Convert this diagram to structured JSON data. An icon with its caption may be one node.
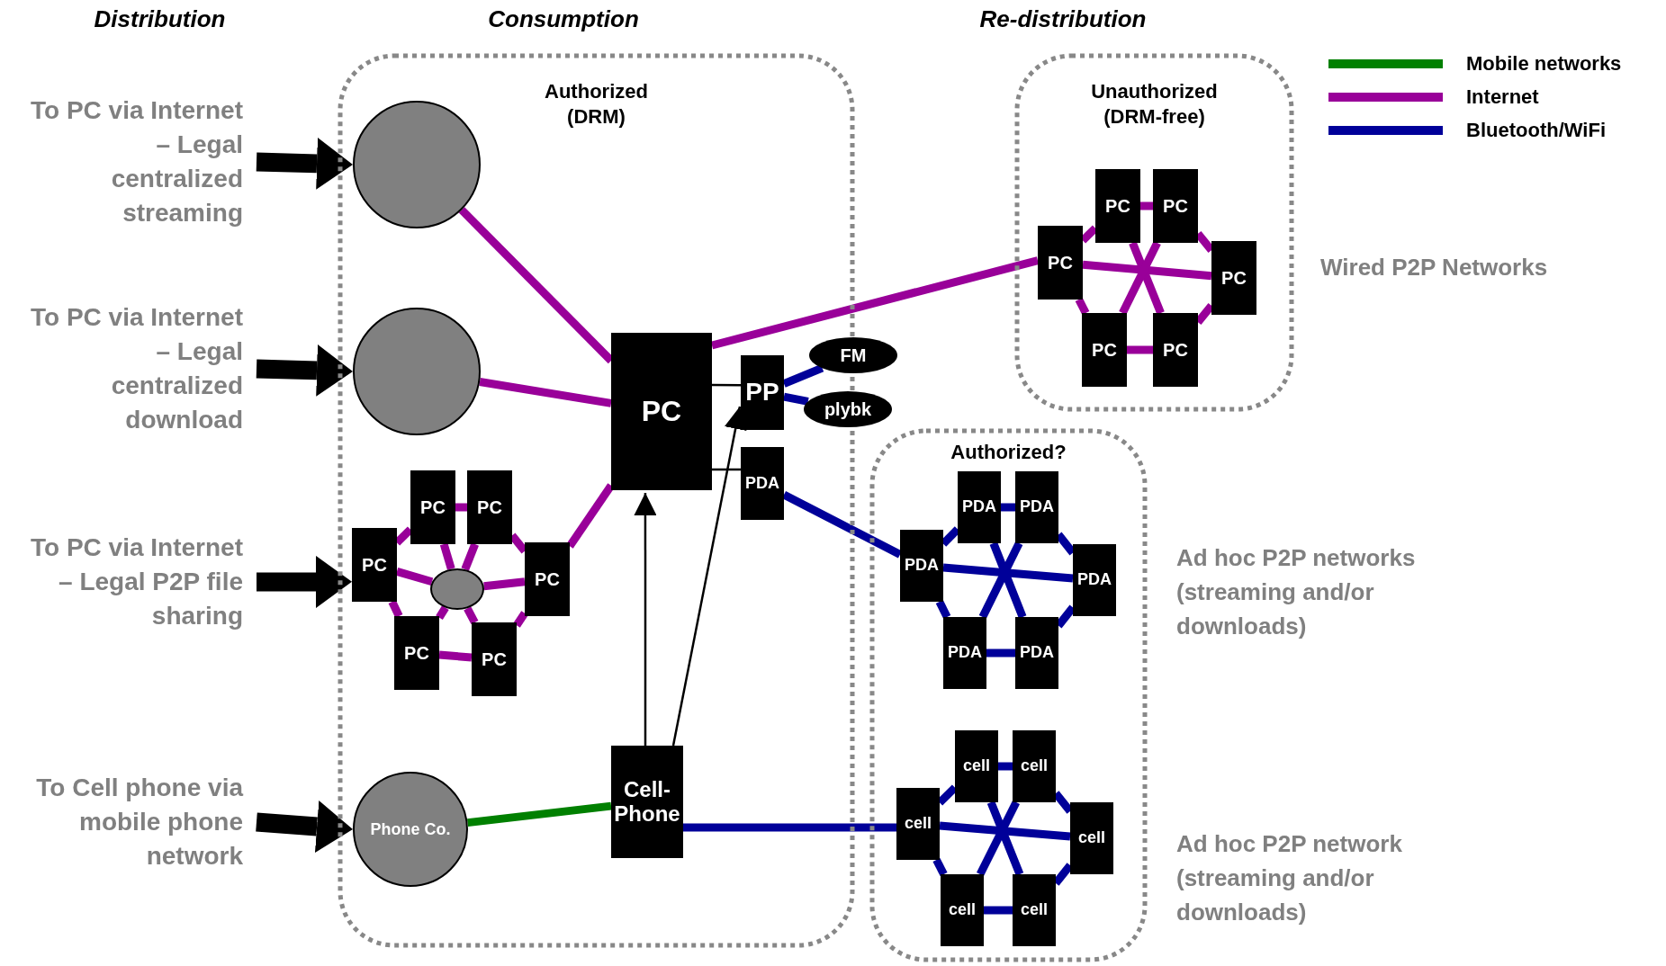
{
  "diagram": {
    "nodes": [
      {
        "text": [
          "To PC via Internet – Legal centralized streaming"
        ]
      },
      {
        "text": [
          "To PC via Internet – Legal centralized download"
        ]
      },
      {
        "text": [
          "To PC via Internet – Legal P2P file sharing"
        ]
      },
      {
        "text": [
          "To Cell phone via mobile phone network"
        ]
      },
      {
        "text": [
          "Authorized (DRM)"
        ]
      },
      {
        "text": [],
        "shape": "circle",
        "in": 4
      },
      {
        "text": [],
        "shape": "circle",
        "in": 4
      },
      {
        "text": [
          "PC"
        ],
        "in": 4
      },
      {
        "text": [
          "PC"
        ],
        "in": 4
      },
      {
        "text": [
          "PC"
        ],
        "in": 4
      },
      {
        "text": [
          "PC"
        ],
        "in": 4
      },
      {
        "text": [
          "PC"
        ],
        "in": 4
      },
      {
        "text": [
          "PC"
        ],
        "in": 4
      },
      {
        "text": [],
        "shape": "circle",
        "in": 4
      },
      {
        "text": [
          "PC"
        ],
        "in": 4
      },
      {
        "text": [
          "PP"
        ],
        "in": 4
      },
      {
        "text": [
          "PDA"
        ],
        "in": 4
      },
      {
        "text": [
          "Cell-Phone"
        ],
        "in": 4
      },
      {
        "text": [
          "Phone Co."
        ],
        "in": 4
      },
      {
        "text": [
          "FM"
        ]
      },
      {
        "text": [
          "plybk"
        ]
      },
      {
        "text": [
          "Unauthorized (DRM-free)"
        ]
      },
      {
        "text": [
          "PC"
        ],
        "in": 21
      },
      {
        "text": [
          "PC"
        ],
        "in": 21
      },
      {
        "text": [
          "PC"
        ],
        "in": 21
      },
      {
        "text": [
          "PC"
        ],
        "in": 21
      },
      {
        "text": [
          "PC"
        ],
        "in": 21
      },
      {
        "text": [
          "PC"
        ],
        "in": 21
      },
      {
        "text": [
          "Authorized?"
        ]
      },
      {
        "text": [
          "PDA"
        ],
        "in": 28
      },
      {
        "text": [
          "PDA"
        ],
        "in": 28
      },
      {
        "text": [
          "PDA"
        ],
        "in": 28
      },
      {
        "text": [
          "PDA"
        ],
        "in": 28
      },
      {
        "text": [
          "PDA"
        ],
        "in": 28
      },
      {
        "text": [
          "PDA"
        ],
        "in": 28
      },
      {
        "text": [
          "cell"
        ],
        "in": 28
      },
      {
        "text": [
          "cell"
        ],
        "in": 28
      },
      {
        "text": [
          "cell"
        ],
        "in": 28
      },
      {
        "text": [
          "cell"
        ],
        "in": 28
      },
      {
        "text": [
          "cell"
        ],
        "in": 28
      },
      {
        "text": [
          "cell"
        ],
        "in": 28
      }
    ],
    "edges": [
      {
        "from": 0,
        "to": 5,
        "arrow": "to",
        "style": "thick",
        "color": "#000000"
      },
      {
        "from": 1,
        "to": 6,
        "arrow": "to",
        "style": "thick",
        "color": "#000000"
      },
      {
        "from": 2,
        "to": 9,
        "arrow": "to",
        "style": "thick",
        "color": "#000000"
      },
      {
        "from": 3,
        "to": 18,
        "arrow": "to",
        "style": "thick",
        "color": "#000000"
      },
      {
        "from": 5,
        "to": 14,
        "arrow": "none",
        "color": "#990099"
      },
      {
        "from": 6,
        "to": 14,
        "arrow": "none",
        "color": "#990099"
      },
      {
        "from": 10,
        "to": 14,
        "arrow": "none",
        "color": "#990099"
      },
      {
        "from": 9,
        "to": 7,
        "arrow": "none",
        "color": "#990099"
      },
      {
        "from": 7,
        "to": 8,
        "arrow": "none",
        "color": "#990099"
      },
      {
        "from": 8,
        "to": 10,
        "arrow": "none",
        "color": "#990099"
      },
      {
        "from": 10,
        "to": 12,
        "arrow": "none",
        "color": "#990099"
      },
      {
        "from": 12,
        "to": 11,
        "arrow": "none",
        "color": "#990099"
      },
      {
        "from": 11,
        "to": 9,
        "arrow": "none",
        "color": "#990099"
      },
      {
        "from": 7,
        "to": 13,
        "arrow": "none",
        "color": "#990099"
      },
      {
        "from": 8,
        "to": 13,
        "arrow": "none",
        "color": "#990099"
      },
      {
        "from": 9,
        "to": 13,
        "arrow": "none",
        "color": "#990099"
      },
      {
        "from": 10,
        "to": 13,
        "arrow": "none",
        "color": "#990099"
      },
      {
        "from": 11,
        "to": 13,
        "arrow": "none",
        "color": "#990099"
      },
      {
        "from": 12,
        "to": 13,
        "arrow": "none",
        "color": "#990099"
      },
      {
        "from": 14,
        "to": 24,
        "arrow": "none",
        "color": "#990099"
      },
      {
        "from": 14,
        "to": 15,
        "arrow": "none",
        "color": "#000000"
      },
      {
        "from": 14,
        "to": 16,
        "arrow": "none",
        "color": "#000000"
      },
      {
        "from": 17,
        "to": 14,
        "arrow": "to",
        "color": "#000000"
      },
      {
        "from": 17,
        "to": 15,
        "arrow": "to",
        "color": "#000000"
      },
      {
        "from": 15,
        "to": 19,
        "arrow": "none",
        "color": "#000099"
      },
      {
        "from": 15,
        "to": 20,
        "arrow": "none",
        "color": "#000099"
      },
      {
        "from": 16,
        "to": 31,
        "arrow": "none",
        "color": "#000099"
      },
      {
        "from": 18,
        "to": 17,
        "arrow": "none",
        "color": "#008000"
      },
      {
        "from": 17,
        "to": 37,
        "arrow": "none",
        "color": "#000099"
      },
      {
        "from": 24,
        "to": 22,
        "arrow": "none",
        "color": "#990099"
      },
      {
        "from": 22,
        "to": 23,
        "arrow": "none",
        "color": "#990099"
      },
      {
        "from": 23,
        "to": 25,
        "arrow": "none",
        "color": "#990099"
      },
      {
        "from": 25,
        "to": 27,
        "arrow": "none",
        "color": "#990099"
      },
      {
        "from": 27,
        "to": 26,
        "arrow": "none",
        "color": "#990099"
      },
      {
        "from": 26,
        "to": 24,
        "arrow": "none",
        "color": "#990099"
      },
      {
        "from": 24,
        "to": 25,
        "arrow": "none",
        "color": "#990099"
      },
      {
        "from": 22,
        "to": 27,
        "arrow": "none",
        "color": "#990099"
      },
      {
        "from": 23,
        "to": 26,
        "arrow": "none",
        "color": "#990099"
      },
      {
        "from": 31,
        "to": 29,
        "arrow": "none",
        "color": "#000099"
      },
      {
        "from": 29,
        "to": 30,
        "arrow": "none",
        "color": "#000099"
      },
      {
        "from": 30,
        "to": 32,
        "arrow": "none",
        "color": "#000099"
      },
      {
        "from": 32,
        "to": 34,
        "arrow": "none",
        "color": "#000099"
      },
      {
        "from": 34,
        "to": 33,
        "arrow": "none",
        "color": "#000099"
      },
      {
        "from": 33,
        "to": 31,
        "arrow": "none",
        "color": "#000099"
      },
      {
        "from": 31,
        "to": 32,
        "arrow": "none",
        "color": "#000099"
      },
      {
        "from": 29,
        "to": 34,
        "arrow": "none",
        "color": "#000099"
      },
      {
        "from": 30,
        "to": 33,
        "arrow": "none",
        "color": "#000099"
      },
      {
        "from": 37,
        "to": 35,
        "arrow": "none",
        "color": "#000099"
      },
      {
        "from": 35,
        "to": 36,
        "arrow": "none",
        "color": "#000099"
      },
      {
        "from": 36,
        "to": 38,
        "arrow": "none",
        "color": "#000099"
      },
      {
        "from": 38,
        "to": 40,
        "arrow": "none",
        "color": "#000099"
      },
      {
        "from": 40,
        "to": 39,
        "arrow": "none",
        "color": "#000099"
      },
      {
        "from": 39,
        "to": 37,
        "arrow": "none",
        "color": "#000099"
      },
      {
        "from": 37,
        "to": 38,
        "arrow": "none",
        "color": "#000099"
      },
      {
        "from": 35,
        "to": 40,
        "arrow": "none",
        "color": "#000099"
      },
      {
        "from": 36,
        "to": 39,
        "arrow": "none",
        "color": "#000099"
      }
    ],
    "labels": [
      "Distribution",
      "Consumption",
      "Re-distribution",
      "Wired P2P Networks",
      "Ad hoc P2P networks (streaming and/or downloads)",
      "Ad hoc P2P network (streaming and/or downloads)"
    ],
    "legend": [
      {
        "text": "Mobile networks",
        "color": "#008000"
      },
      {
        "text": "Internet",
        "color": "#990099"
      },
      {
        "text": "Bluetooth/WiFi",
        "color": "#000099"
      }
    ]
  }
}
